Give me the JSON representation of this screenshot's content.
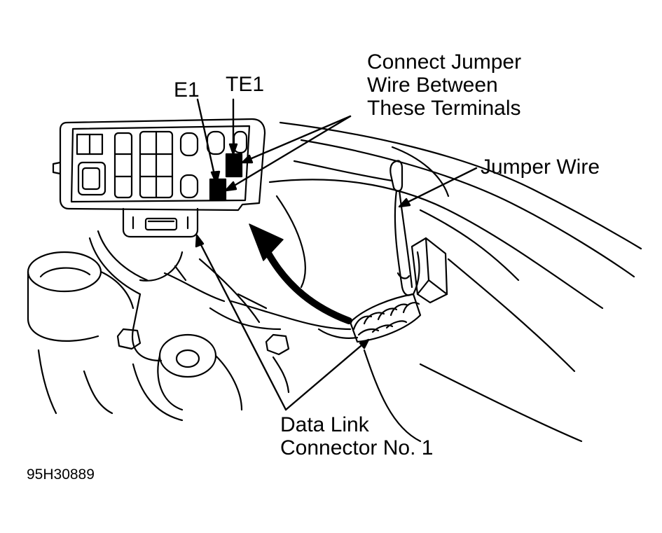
{
  "labels": {
    "e1": "E1",
    "te1": "TE1",
    "instruction": [
      "Connect Jumper",
      "Wire Between",
      "These Terminals"
    ],
    "jumper_wire": "Jumper Wire",
    "data_link": [
      "Data Link",
      "Connector No. 1"
    ]
  },
  "figure_id": "95H30889",
  "colors": {
    "ink": "#000000",
    "paper": "#ffffff"
  }
}
